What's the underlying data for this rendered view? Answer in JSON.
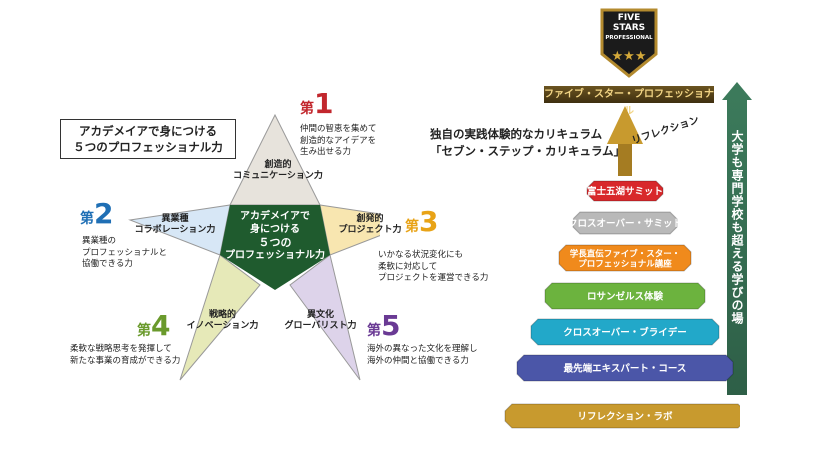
{
  "left": {
    "title_line1": "アカデメイアで身につける",
    "title_line2": "５つのプロフェッショナル力",
    "center_line1": "アカデメイアで",
    "center_line2": "身につける",
    "center_line3": "５つの",
    "center_line4": "プロフェッショナル力",
    "points": [
      {
        "dai": "第",
        "num": "1",
        "color": "#c2272d",
        "label1": "創造的",
        "label2": "コミュニケーション力",
        "desc": [
          "仲間の智恵を集めて",
          "創造的なアイデアを",
          "生み出せる力"
        ]
      },
      {
        "dai": "第",
        "num": "2",
        "color": "#1f6fb5",
        "label1": "異業種",
        "label2": "コラボレーション力",
        "desc": [
          "異業種の",
          "プロフェッショナルと",
          "協働できる力"
        ]
      },
      {
        "dai": "第",
        "num": "3",
        "color": "#e8a317",
        "label1": "創発的",
        "label2": "プロジェクト力",
        "desc": [
          "いかなる状況変化にも",
          "柔軟に対応して",
          "プロジェクトを運営できる力"
        ]
      },
      {
        "dai": "第",
        "num": "4",
        "color": "#6a9a2c",
        "label1": "戦略的",
        "label2": "イノベーション力",
        "desc": [
          "柔軟な戦略思考を発揮して",
          "新たな事業の育成ができる力"
        ]
      },
      {
        "dai": "第",
        "num": "5",
        "color": "#6a3a94",
        "label1": "異文化",
        "label2": "グローバリスト力",
        "desc": [
          "海外の異なった文化を理解し",
          "海外の仲間と協働できる力"
        ]
      }
    ]
  },
  "right": {
    "title_line1": "独自の実践体験的なカリキュラム",
    "title_line2": "「セブン・ステップ・カリキュラム」",
    "badge_line1": "FIVE STARS",
    "badge_line2": "PROFESSIONAL",
    "banner": "ファイブ・スター・プロフェッショナル",
    "tip_label": "リフレクション",
    "vertical_text": "大学も専門学校も超える学びの場",
    "tiers": [
      {
        "label": "富士五湖サミット",
        "color": "#d8282b"
      },
      {
        "label": "クロスオーバー・サミット",
        "color": "#b9b9b9"
      },
      {
        "label": "学長直伝ファイブ・スター・\nプロフェッショナル講座",
        "color": "#f08a1c"
      },
      {
        "label": "ロサンゼルス体験",
        "color": "#6cb33e"
      },
      {
        "label": "クロスオーバー・ブライデー",
        "color": "#22a8c9"
      },
      {
        "label": "最先端エキスパート・コース",
        "color": "#4b56a8"
      },
      {
        "label": "リフレクション・ラボ",
        "color": "#c89a2e"
      }
    ]
  }
}
